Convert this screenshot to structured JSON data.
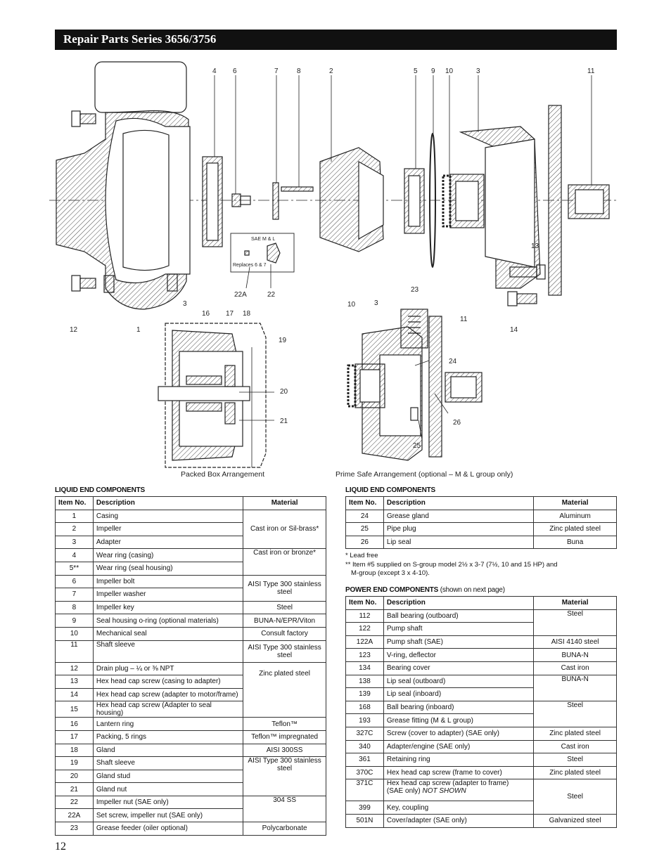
{
  "header": {
    "title": "Repair Parts Series 3656/3756"
  },
  "diagram": {
    "callouts": [
      "4",
      "6",
      "7",
      "8",
      "2",
      "5",
      "9",
      "10",
      "3",
      "11",
      "13",
      "12",
      "1",
      "14",
      "3",
      "16",
      "17",
      "18",
      "19",
      "20",
      "21",
      "22A",
      "22",
      "23",
      "10",
      "3",
      "11",
      "24",
      "26",
      "25"
    ],
    "inset_title": "SAE M & L",
    "inset_note": "Replaces 6 & 7",
    "caption_left": "Packed Box Arrangement",
    "caption_right": "Prime Safe Arrangement (optional – M & L group only)"
  },
  "liquid_left": {
    "title": "LIQUID END COMPONENTS",
    "headers": [
      "Item No.",
      "Description",
      "Material"
    ],
    "rows": [
      [
        "1",
        "Casing"
      ],
      [
        "2",
        "Impeller"
      ],
      [
        "3",
        "Adapter"
      ],
      [
        "4",
        "Wear ring (casing)"
      ],
      [
        "5**",
        "Wear ring (seal housing)"
      ],
      [
        "6",
        "Impeller bolt"
      ],
      [
        "7",
        "Impeller washer"
      ],
      [
        "8",
        "Impeller key"
      ],
      [
        "9",
        "Seal housing o-ring (optional materials)"
      ],
      [
        "10",
        "Mechanical seal"
      ],
      [
        "11",
        "Shaft sleeve"
      ],
      [
        "12",
        "Drain plug – ¼ or ⅜ NPT"
      ],
      [
        "13",
        "Hex head cap screw (casing to adapter)"
      ],
      [
        "14",
        "Hex head cap screw (adapter to motor/frame)"
      ],
      [
        "15",
        "Hex head cap screw (Adapter to seal housing)"
      ],
      [
        "16",
        "Lantern ring"
      ],
      [
        "17",
        "Packing, 5 rings"
      ],
      [
        "18",
        "Gland"
      ],
      [
        "19",
        "Shaft sleeve"
      ],
      [
        "20",
        "Gland stud"
      ],
      [
        "21",
        "Gland nut"
      ],
      [
        "22",
        "Impeller nut (SAE only)"
      ],
      [
        "22A",
        "Set screw, impeller nut (SAE only)"
      ],
      [
        "23",
        "Grease feeder (oiler optional)"
      ]
    ],
    "materials": {
      "m1": "Cast iron or Sil-brass*",
      "m4": "Cast iron or bronze*",
      "m6": "AISI Type 300 stainless steel",
      "m8": "Steel",
      "m9": "BUNA-N/EPR/Viton",
      "m10": "Consult factory",
      "m11": "AISI Type 300 stainless steel",
      "m12": "Zinc plated steel",
      "m16": "Teflon™",
      "m17": "Teflon™ impregnated",
      "m18": "AISI 300SS",
      "m19": "AISI Type 300 stainless steel",
      "m22": "304 SS",
      "m23": "Polycarbonate"
    }
  },
  "liquid_right": {
    "title": "LIQUID END COMPONENTS",
    "headers": [
      "Item No.",
      "Description",
      "Material"
    ],
    "rows": [
      [
        "24",
        "Grease gland",
        "Aluminum"
      ],
      [
        "25",
        "Pipe plug",
        "Zinc plated steel"
      ],
      [
        "26",
        "Lip seal",
        "Buna"
      ]
    ]
  },
  "notes": {
    "n1": "* Lead free",
    "n2": "** Item #5 supplied on S-group model 2½ x 3-7 (7½, 10 and 15 HP) and",
    "n3": "M-group (except 3 x 4-10)."
  },
  "power_end": {
    "title": "POWER END COMPONENTS",
    "subtitle": "(shown on next page)",
    "headers": [
      "Item No.",
      "Description",
      "Material"
    ],
    "rows": [
      [
        "112",
        "Ball bearing (outboard)"
      ],
      [
        "122",
        "Pump shaft"
      ],
      [
        "122A",
        "Pump shaft (SAE)"
      ],
      [
        "123",
        "V-ring, deflector"
      ],
      [
        "134",
        "Bearing cover"
      ],
      [
        "138",
        "Lip seal (outboard)"
      ],
      [
        "139",
        "Lip seal (inboard)"
      ],
      [
        "168",
        "Ball bearing (inboard)"
      ],
      [
        "193",
        "Grease fitting (M & L group)"
      ],
      [
        "327C",
        "Screw (cover to adapter) (SAE only)"
      ],
      [
        "340",
        "Adapter/engine (SAE only)"
      ],
      [
        "361",
        "Retaining ring"
      ],
      [
        "370C",
        "Hex head cap screw (frame to cover)"
      ],
      [
        "371C",
        "Hex head cap screw (adapter to frame)",
        "(SAE only)",
        "NOT SHOWN"
      ],
      [
        "399",
        "Key, coupling"
      ],
      [
        "501N",
        "Cover/adapter (SAE only)"
      ]
    ],
    "materials": {
      "m112": "Steel",
      "m122A": "AISI 4140 steel",
      "m123": "BUNA-N",
      "m134": "Cast iron",
      "m138": "BUNA-N",
      "m168": "Steel",
      "m327C": "Zinc plated steel",
      "m340": "Cast iron",
      "m361": "Steel",
      "m370C": "Zinc plated steel",
      "m371C": "Steel",
      "m501N": "Galvanized steel"
    }
  },
  "page_number": "12"
}
